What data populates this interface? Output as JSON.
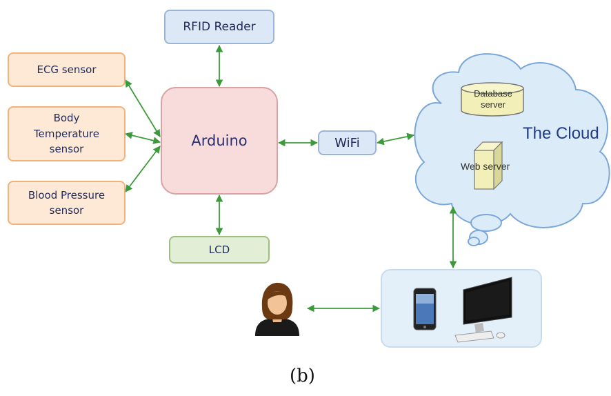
{
  "nodes": {
    "rfid_reader": "RFID Reader",
    "ecg_sensor": "ECG sensor",
    "body_temp_sensor": [
      "Body",
      "Temperature",
      "sensor"
    ],
    "blood_pressure_sensor": [
      "Blood Pressure",
      "sensor"
    ],
    "arduino": "Arduino",
    "wifi": "WiFi",
    "lcd": "LCD",
    "database_server": [
      "Database",
      "server"
    ],
    "web_server": "Web server",
    "cloud_label": "The Cloud"
  },
  "caption": "(b)",
  "colors": {
    "arrow": "#3c9a3c",
    "sensor_fill": "#fde9d6",
    "sensor_border": "#f2b27a",
    "arduino_fill": "#f8dcdc",
    "blue_fill": "#dde8f6",
    "green_fill": "#e3eed6",
    "cloud_fill": "#dcebf8",
    "cloud_border": "#7aa7d8",
    "server_fill": "#f2f0b8"
  },
  "icons": [
    "user-icon",
    "smartphone-icon",
    "desktop-computer-icon",
    "keyboard-icon",
    "mouse-icon"
  ]
}
